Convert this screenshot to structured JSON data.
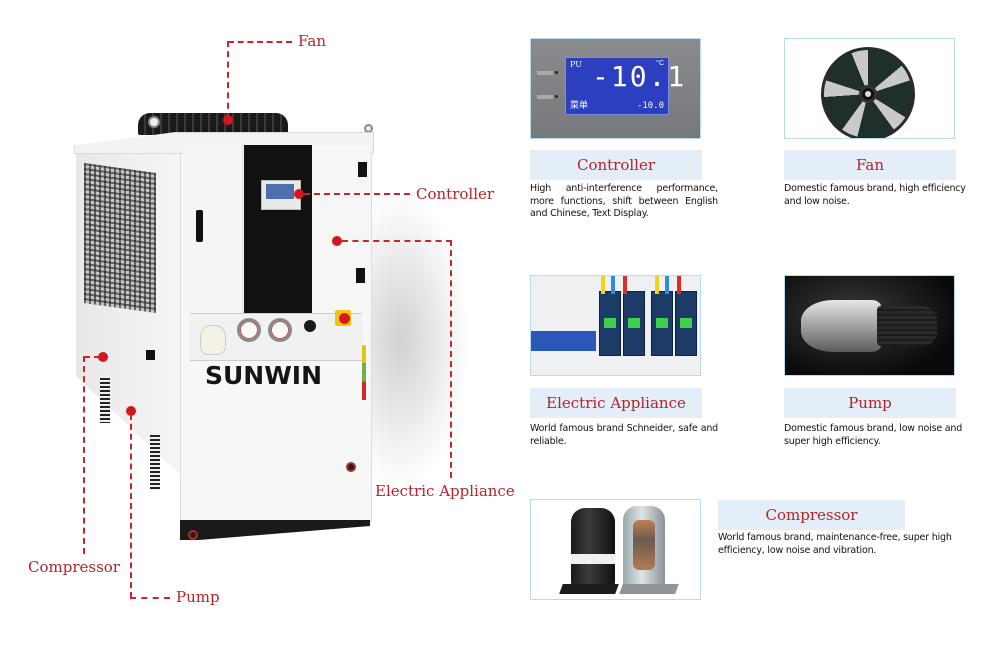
{
  "product": {
    "brand_logo": "SUNWIN",
    "callouts": {
      "fan": "Fan",
      "controller": "Controller",
      "electric_appliance": "Electric Appliance",
      "compressor": "Compressor",
      "pump": "Pump"
    }
  },
  "features": [
    {
      "title": "Controller",
      "description": "High anti-interference performance, more functions, shift between English and Chinese, Text Display.",
      "image": "controller-lcd-photo",
      "lcd": {
        "mode": "PU",
        "temperature": "-10.1",
        "unit": "°C",
        "menu": "菜单",
        "setpoint": "-10.0"
      }
    },
    {
      "title": "Fan",
      "description": "Domestic famous brand, high efficiency and low noise.",
      "image": "axial-fan-photo"
    },
    {
      "title": "Electric Appliance",
      "description": "World famous brand Schneider, safe and reliable.",
      "image": "schneider-contactors-photo"
    },
    {
      "title": "Pump",
      "description": "Domestic famous brand, low noise and super high efficiency.",
      "image": "stainless-pump-photo"
    },
    {
      "title": "Compressor",
      "description": "World famous brand, maintenance-free, super high efficiency, low noise and vibration.",
      "image": "scroll-compressor-photo"
    }
  ],
  "colors": {
    "accent_red": "#b5232b",
    "label_bg": "#e3eef8",
    "frame_border": "#b8dcef",
    "logo_teal": "#2fb3a0"
  }
}
